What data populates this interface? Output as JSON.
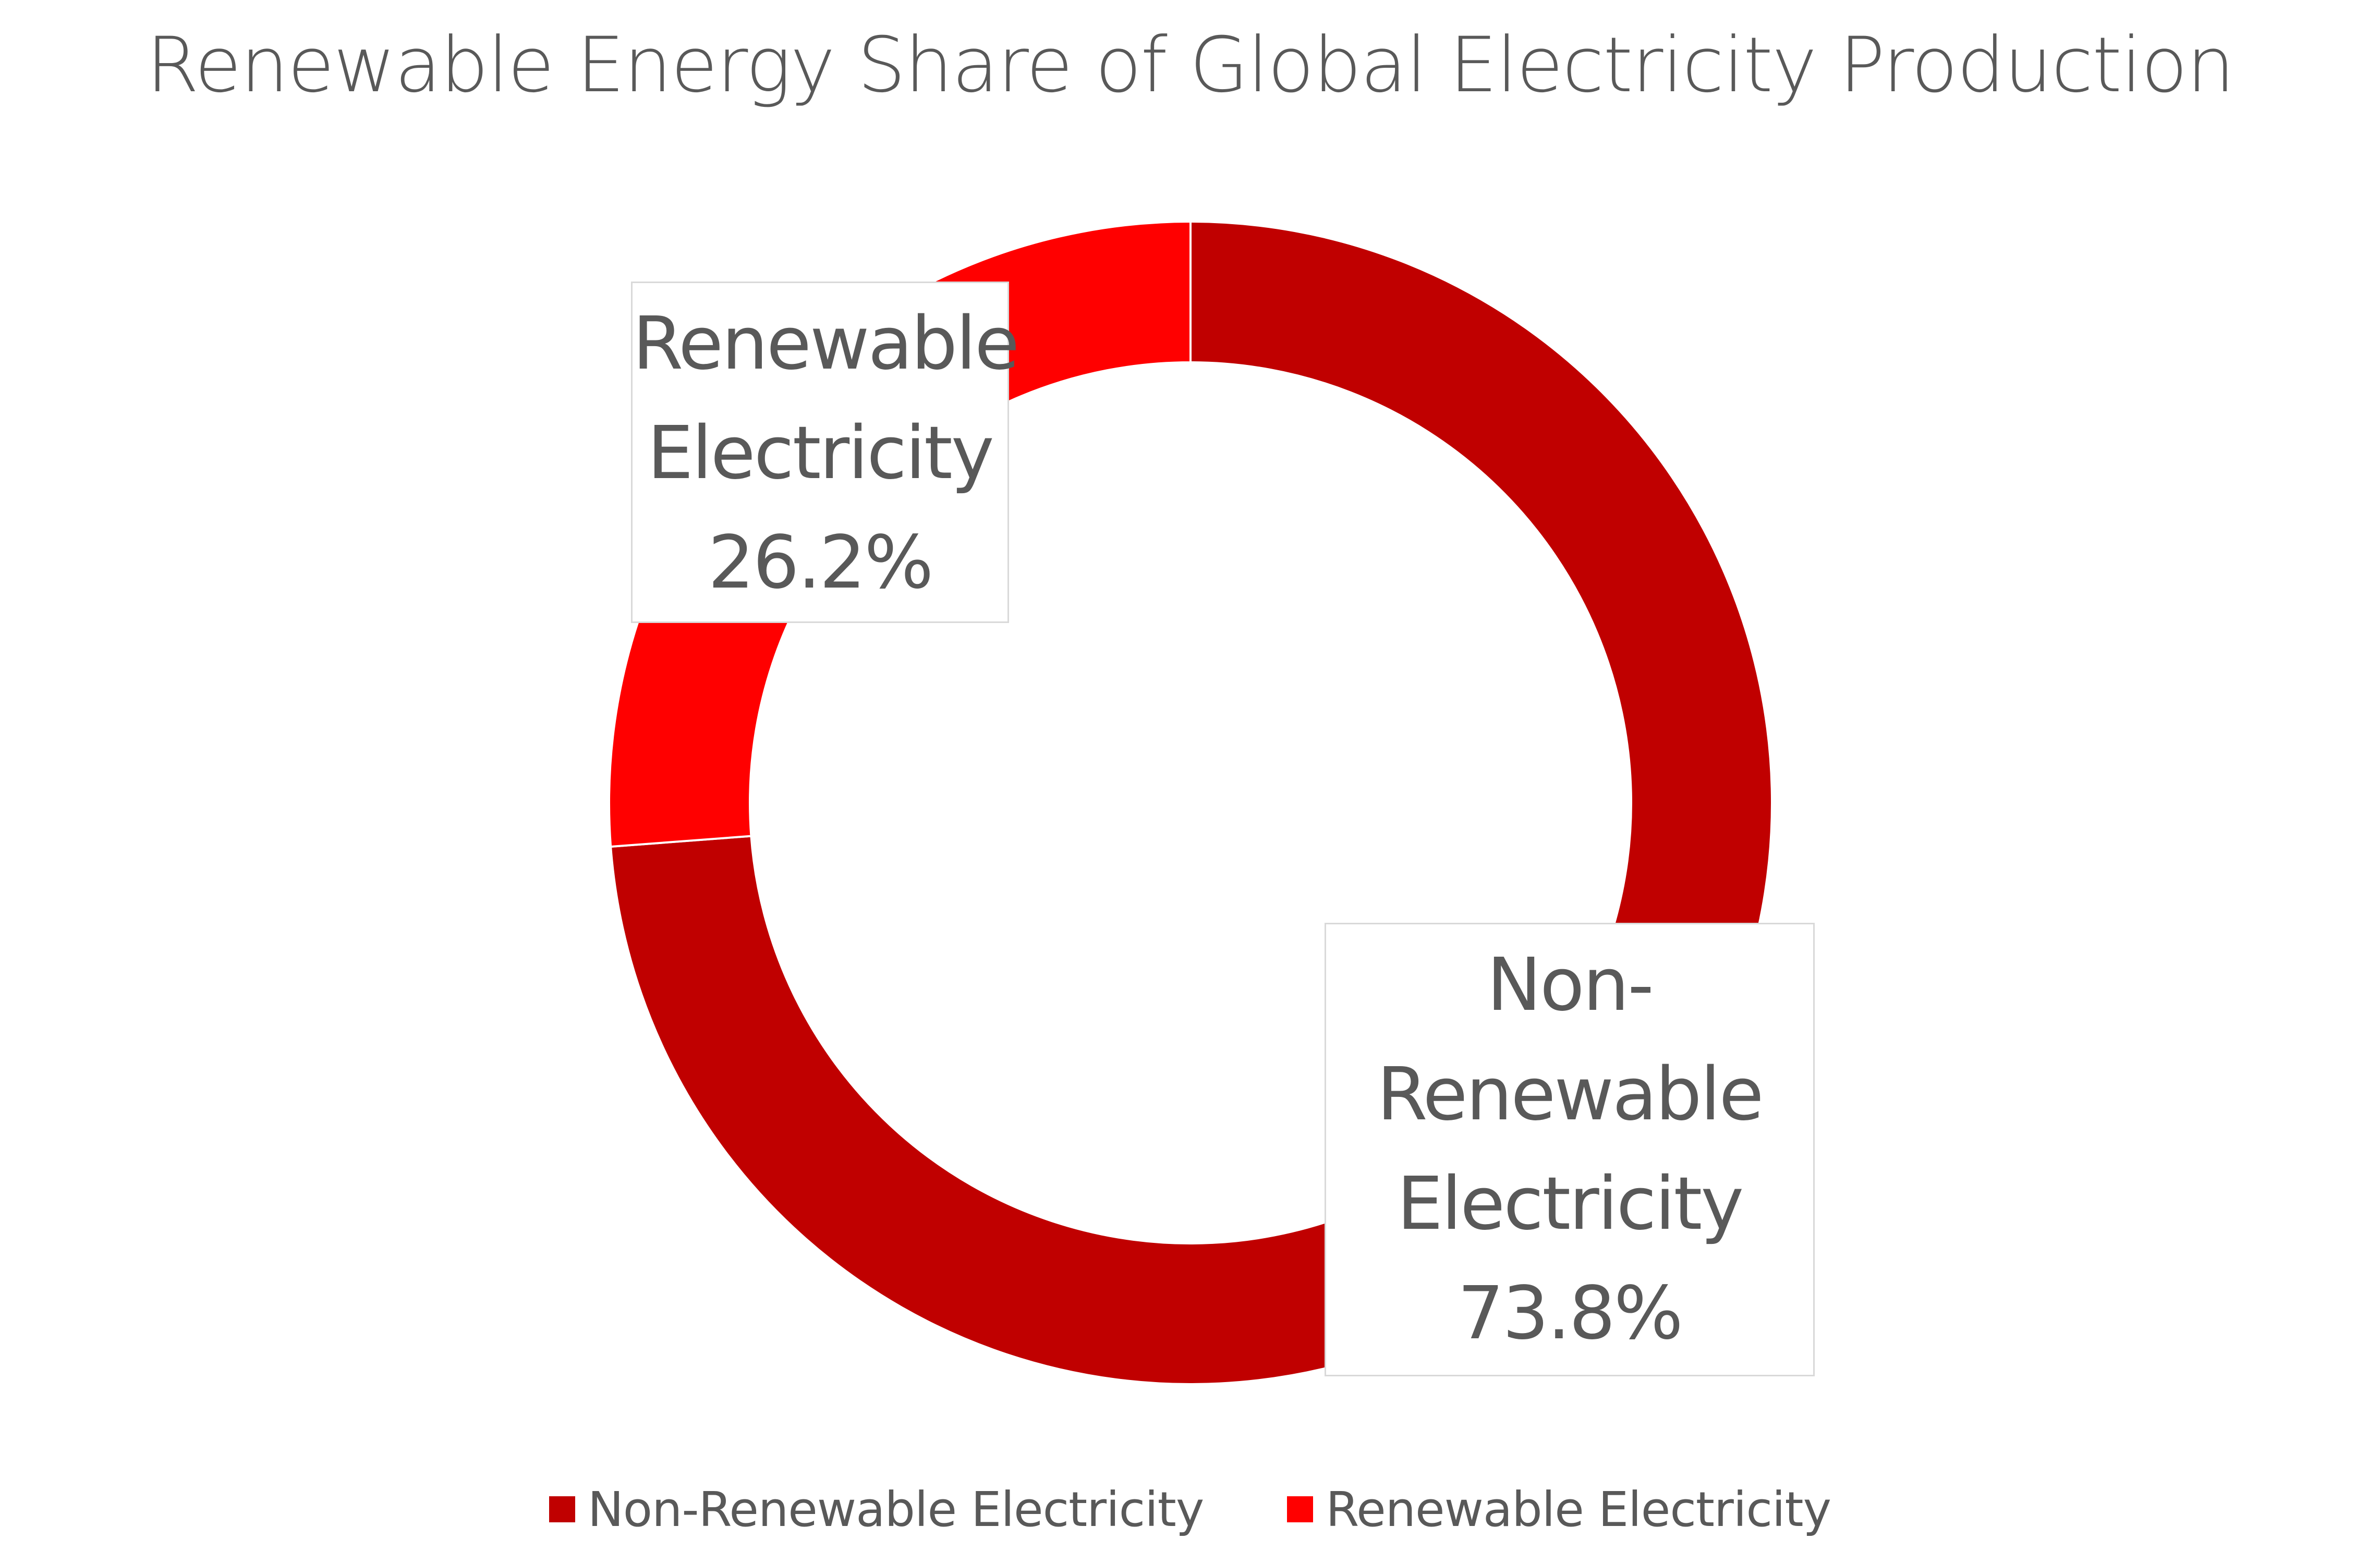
{
  "chart_data": {
    "type": "pie",
    "title": "Renewable Energy Share of Global Electricity Production",
    "categories": [
      "Non-Renewable Electricity",
      "Renewable Electricity"
    ],
    "values": [
      73.8,
      26.2
    ],
    "value_labels": [
      "73.8%",
      "26.2%"
    ],
    "colors": [
      "#C00000",
      "#FF0000"
    ],
    "legend_position": "bottom",
    "label_lines": [
      [
        "Non-",
        "Renewable",
        "Electricity",
        "73.8%"
      ],
      [
        "Renewable",
        "Electricity",
        "26.2%"
      ]
    ]
  }
}
